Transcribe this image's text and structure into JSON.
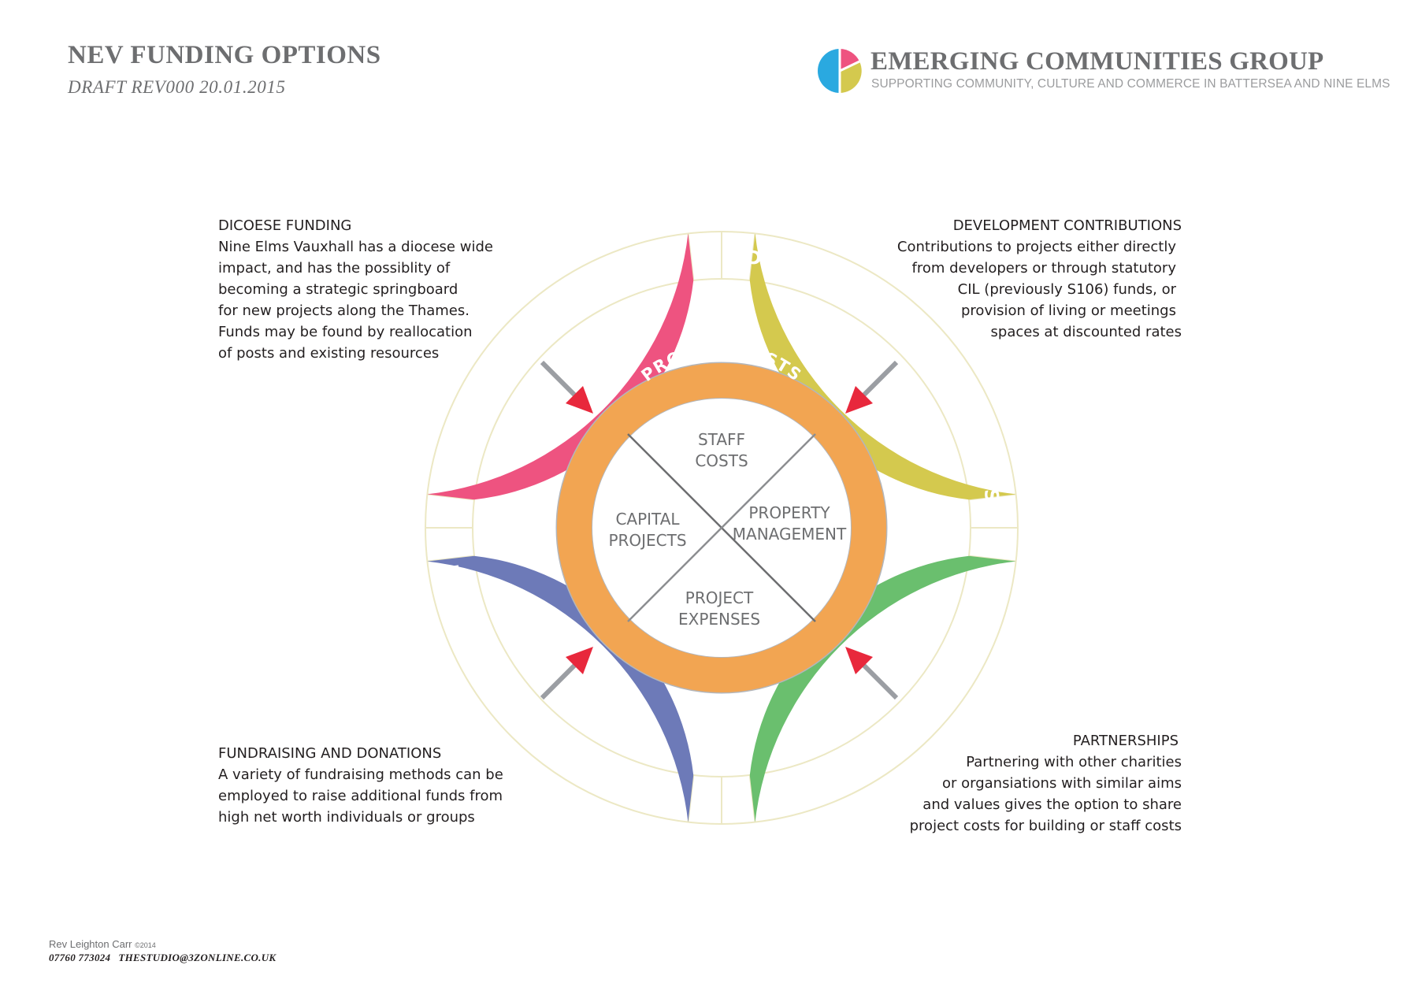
{
  "header": {
    "title": "NEV FUNDING OPTIONS",
    "subtitle": "DRAFT  REV000  20.01.2015"
  },
  "brand": {
    "name": "EMERGING COMMUNITIES GROUP",
    "tagline": "SUPPORTING COMMUNITY, CULTURE AND COMMERCE IN BATTERSEA AND NINE ELMS",
    "logo_colors": [
      "#ee5380",
      "#d4c94e",
      "#2aa9e0"
    ]
  },
  "descriptions": {
    "diocese": {
      "heading": "DICOESE FUNDING",
      "lines": [
        "Nine Elms Vauxhall has a diocese wide",
        "impact, and has the possiblity of",
        "becoming a strategic springboard",
        "for new projects along the Thames.",
        "Funds may be found by reallocation",
        "of posts and existing resources"
      ]
    },
    "development": {
      "heading": "DEVELOPMENT CONTRIBUTIONS",
      "lines": [
        "Contributions to projects either directly",
        "from developers or through statutory",
        "CIL (previously S106) funds, or",
        "provision  of living or meetings",
        "spaces at discounted rates"
      ]
    },
    "fundraising": {
      "heading": "FUNDRAISING AND DONATIONS",
      "lines": [
        "A variety of fundraising methods can be",
        "employed to raise additional funds from",
        "high net worth individuals or groups"
      ]
    },
    "partnerships": {
      "heading": "PARTNERSHIPS",
      "lines": [
        "Partnering with other charities",
        "or organsiations with similar aims",
        "and values gives the option to share",
        "project costs for building or staff costs"
      ]
    }
  },
  "ring": {
    "segments": [
      {
        "label": "DIOCESE FUNDING",
        "color": "#ee5380"
      },
      {
        "label": "DEVELOPMENT CONTRIBUTIONS",
        "color": "#d4c94e"
      },
      {
        "label": "PARTNERSHIPS",
        "color": "#6abf6e"
      },
      {
        "label": "FUNDRAISING AND DONATIONS",
        "color": "#6d7ab8"
      }
    ],
    "arrow_color": "#e8283c",
    "arrow_shaft_color": "#9b9ea3"
  },
  "center": {
    "ring_label": "PROJECT COSTS",
    "ring_color": "#f2a552",
    "quadrants": {
      "top": [
        "STAFF",
        "COSTS"
      ],
      "right": [
        "PROPERTY",
        "MANAGEMENT"
      ],
      "bottom": [
        "PROJECT",
        "EXPENSES"
      ],
      "left": [
        "CAPITAL",
        "PROJECTS"
      ]
    }
  },
  "footer": {
    "author": "Rev Leighton Carr",
    "copyright": "©2014",
    "phone": "07760 773024",
    "email": "THESTUDIO@3ZONLINE.CO.UK"
  }
}
